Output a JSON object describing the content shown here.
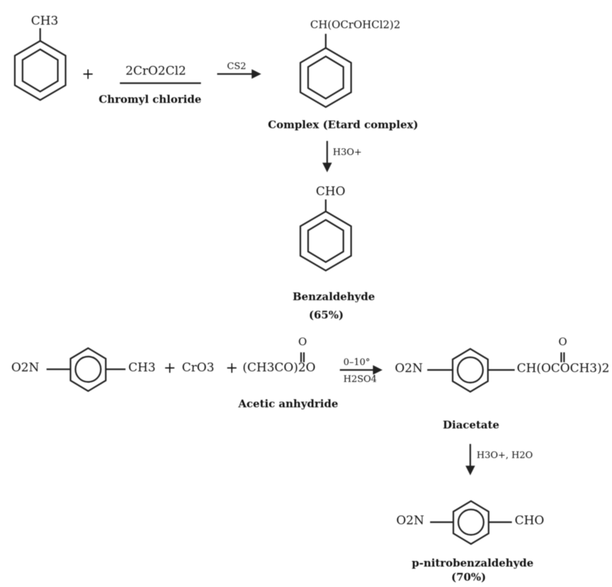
{
  "reaction1": {
    "reactant_substituent": "CH3",
    "plus": "+",
    "reagent_formula": "2CrO2Cl2",
    "reagent_name": "Chromyl chloride",
    "arrow_reagent": "CS2",
    "complex_formula": "CH(OCrOHCl2)2",
    "complex_name": "Complex (Etard complex)",
    "hydrolysis_reagent": "H3O+",
    "product_substituent": "CHO",
    "product_name": "Benzaldehyde",
    "product_code": "(65%)"
  },
  "reaction2": {
    "nitro_left": "O2N",
    "methyl": "CH3",
    "plus1": "+",
    "cro3": "CrO3",
    "plus2": "+",
    "anhydride": "(CH3CO)2O",
    "anhydride_carbonyl": "O",
    "arrow_top": "0–10°",
    "arrow_bottom": "H2SO4",
    "anhydride_name": "Acetic anhydride",
    "intermediate_nitro": "O2N",
    "intermediate_chain": "CH(OCOCH3)2",
    "intermediate_carbonyl": "O",
    "intermediate_name": "Diacetate",
    "hydrolysis_reagent": "H3O+, H2O",
    "product_nitro": "O2N",
    "product_substituent": "CHO",
    "product_name": "p-nitrobenzaldehyde",
    "product_code": "(70%)"
  },
  "colors": {
    "ink": "#111111",
    "background": "#ffffff"
  }
}
